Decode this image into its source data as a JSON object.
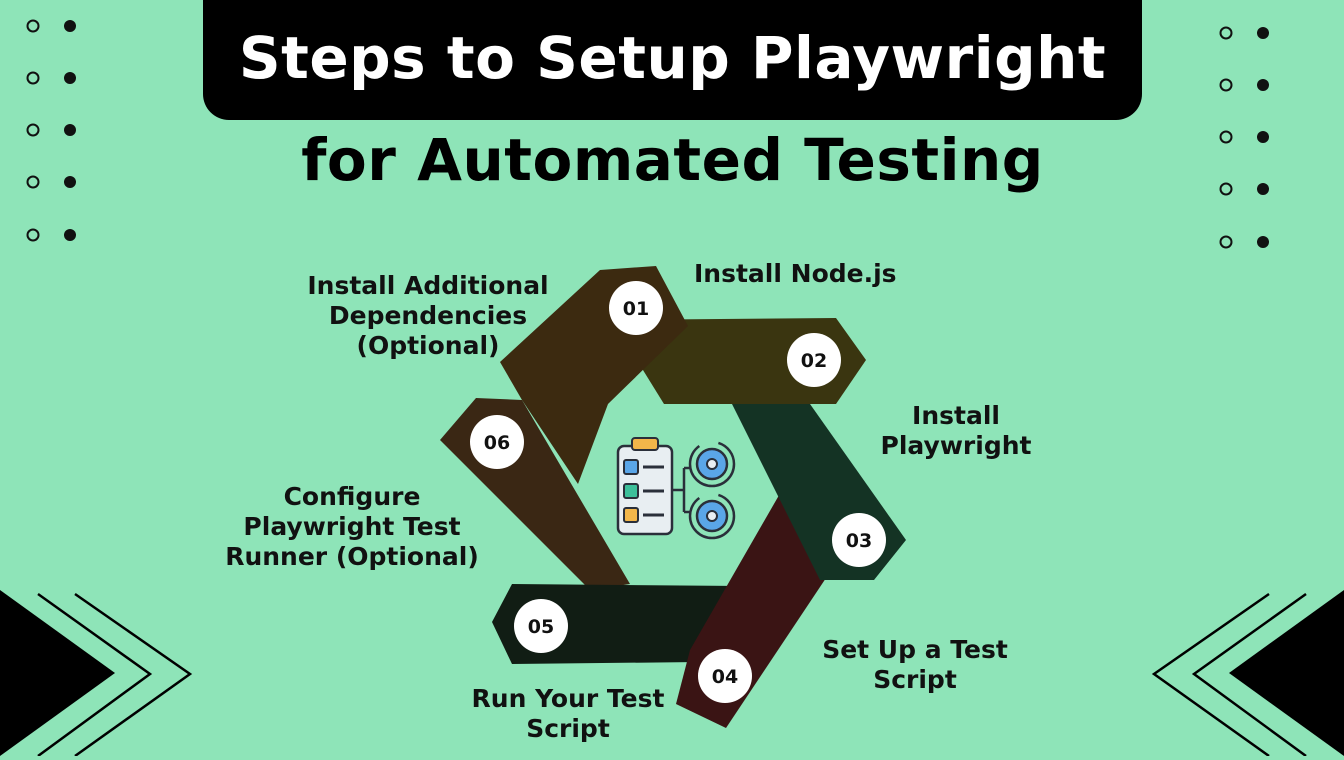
{
  "title": {
    "line1": "Steps to Setup Playwright",
    "line2": "for Automated Testing"
  },
  "colors": {
    "background": "#8ee4b8",
    "title_bar": "#000000",
    "step01": "#3c2a10",
    "step02": "#3a3510",
    "step03": "#143324",
    "step04": "#3a1414",
    "step05": "#111d14",
    "step06": "#3a2714"
  },
  "center_icon": "checklist-with-gears-icon",
  "steps": [
    {
      "number": "01",
      "label": "Install Node.js"
    },
    {
      "number": "02",
      "label": "Install Playwright"
    },
    {
      "number": "03",
      "label": "Set Up a Test Script"
    },
    {
      "number": "04",
      "label": "Run Your Test Script"
    },
    {
      "number": "05",
      "label": "Configure Playwright Test Runner (Optional)"
    },
    {
      "number": "06",
      "label": "Install Additional Dependencies (Optional)"
    }
  ]
}
